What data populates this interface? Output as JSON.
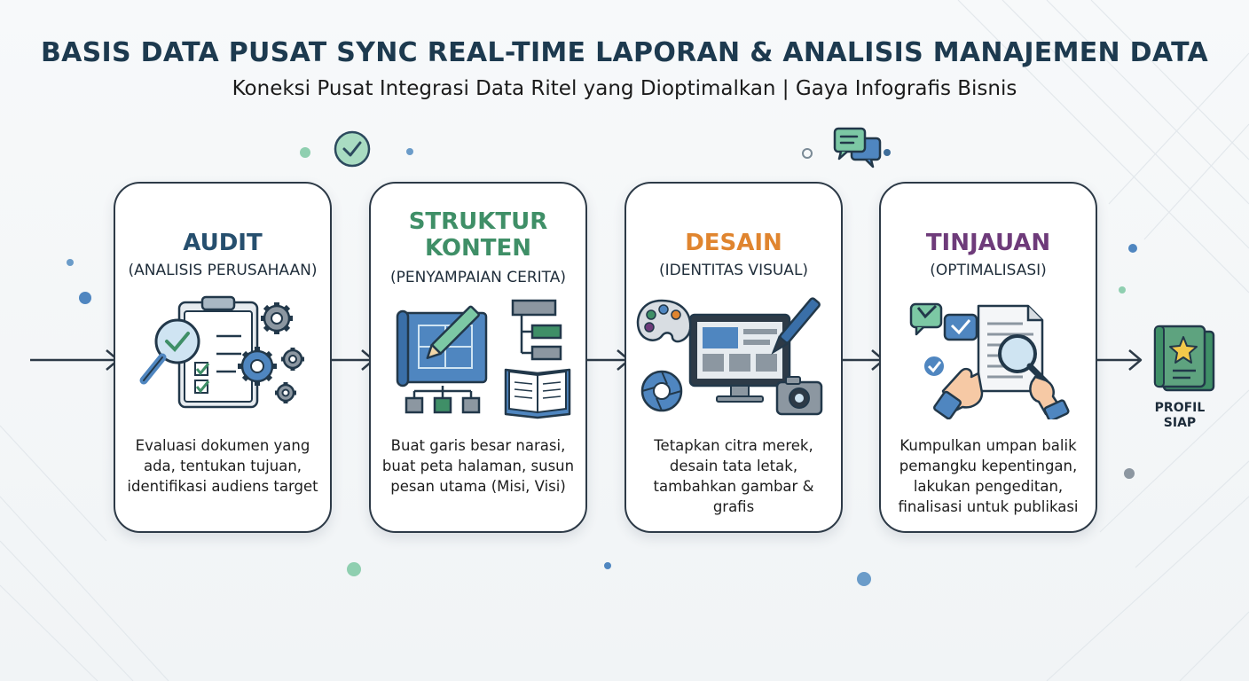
{
  "title": "BASIS DATA PUSAT SYNC REAL-TIME LAPORAN & ANALISIS MANAJEMEN DATA",
  "subtitle": "Koneksi Pusat Integrasi Data Ritel yang Dioptimalkan | Gaya Infografis Bisnis",
  "steps": [
    {
      "heading": "AUDIT",
      "subheading": "(ANALISIS PERUSAHAAN)",
      "description": "Evaluasi dokumen yang ada, tentukan tujuan, identifikasi audiens target",
      "color": "#264f6e",
      "icon": "clipboard-magnifier-gears-icon"
    },
    {
      "heading_lines": [
        "STRUKTUR",
        "KONTEN"
      ],
      "subheading": "(PENYAMPAIAN CERITA)",
      "description": "Buat garis besar narasi, buat peta halaman, susun pesan utama (Misi, Visi)",
      "color": "#3f8f67",
      "icon": "blueprint-sitemap-book-icon"
    },
    {
      "heading": "DESAIN",
      "subheading": "(IDENTITAS VISUAL)",
      "description": "Tetapkan citra merek, desain tata letak, tambahkan gambar & grafis",
      "color": "#e0852f",
      "icon": "monitor-palette-camera-icon"
    },
    {
      "heading": "TINJAUAN",
      "subheading": "(OPTIMALISASI)",
      "description": "Kumpulkan umpan balik pemangku kepentingan, lakukan pengeditan, finalisasi untuk publikasi",
      "color": "#6e3b7a",
      "icon": "document-review-magnifier-icon"
    }
  ],
  "end_label_lines": [
    "PROFIL",
    "SIAP"
  ],
  "end_icon": "profile-book-star-icon"
}
